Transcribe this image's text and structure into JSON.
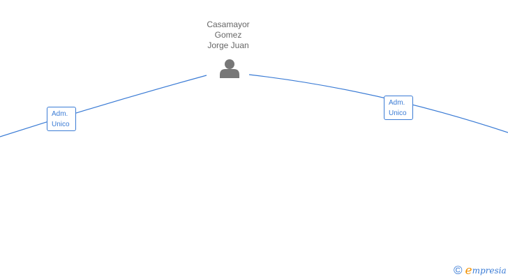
{
  "person": {
    "name_lines": [
      "Casamayor",
      "Gomez",
      "Jorge Juan"
    ],
    "icon": "person-icon"
  },
  "relations": [
    {
      "label_lines": [
        "Adm.",
        "Unico"
      ]
    },
    {
      "label_lines": [
        "Adm.",
        "Unico"
      ]
    }
  ],
  "watermark": {
    "symbol": "©",
    "brand_initial": "e",
    "brand_rest": "mpresia"
  },
  "colors": {
    "edge": "#3a7bd5",
    "node_text": "#666666",
    "icon": "#777777",
    "brand_accent": "#f29100"
  }
}
